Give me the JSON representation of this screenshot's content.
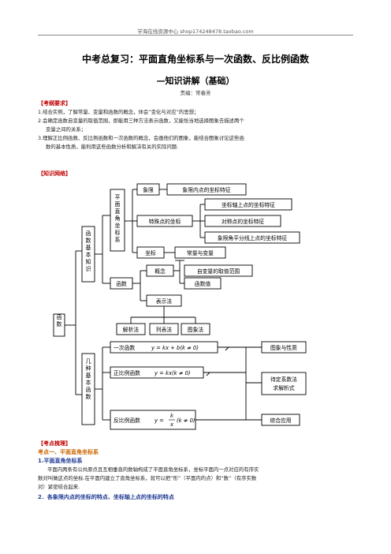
{
  "header": {
    "source": "学海在线资源中心 shop174248478.taobao.com"
  },
  "doc": {
    "title1": "中考总复习：平面直角坐标系与一次函数、反比例函数",
    "title2": "—知识讲解（基础）",
    "author": "责编：常春芳"
  },
  "exam": {
    "heading": "【考纲要求】",
    "items": [
      "1.结合实例，了解常量、变量和函数的概念，体会“变化与对应”的思想；",
      "2.会确定函数自变量的取值范围，即能用三种方法表示函数，又能恰当地选择图象去描述两个",
      "变量之间的关系；",
      "3.理解正比例函数、反比例函数和一次函数的概念，会画他们的图象，能结合图象讨论这些函",
      "数的基本性质，能利用这些函数分析和解决有关的实际问题."
    ]
  },
  "network": {
    "heading": "【知识网络】",
    "nodes": {
      "root": "函数",
      "basic": "函数基本知识",
      "coord_system": "平面直角坐标系",
      "quadrant": "象限",
      "quadrant_points": "象限内点的坐标特征",
      "special_points": "特殊点的坐标",
      "axis_points": "坐标轴上点的坐标特征",
      "symmetric_points": "对称点的坐标特征",
      "bisector_points": "象限角平分线上点的坐标特征",
      "coordinate": "坐标",
      "const_var": "常量与变量",
      "function": "函数",
      "concept": "概念",
      "var_range": "自变量的取值范围",
      "func_value": "函数值",
      "representation": "表示法",
      "analytic": "解析法",
      "table": "列表法",
      "graph": "图象法",
      "basic_funcs": "几种基本函数",
      "linear_prefix": "一次函数",
      "linear_formula": "y = kx + b(k ≠ 0)",
      "proportional_prefix": "正比例函数",
      "proportional_formula": "y = kx(k ≠ 0)",
      "inverse_prefix": "反比例函数",
      "inverse_y": "y =",
      "inverse_num": "k",
      "inverse_den": "x",
      "inverse_cond": "(k ≠ 0)",
      "graph_props": "图象与性质",
      "undetermined_1": "待定系数法",
      "undetermined_2": "求解析式",
      "application": "综合应用"
    }
  },
  "points": {
    "heading": "【考点梳理】",
    "topic1": "考点一、平面直角坐标系",
    "sub1": "1.平面直角坐标系",
    "para1": [
      "平面内两条有公共原点且互相垂直的数轴构成了平面直角坐标系，坐标平面内一点对应的有序实",
      "数对叫做这点的坐标.在平面内建立了直角坐标系，就可以把“形”（平面内的点）和“数”（有序实数",
      "对）紧密结合起来."
    ],
    "sub2": "2．各象限内点的坐标的特点、坐标轴上点的坐标的特点"
  }
}
